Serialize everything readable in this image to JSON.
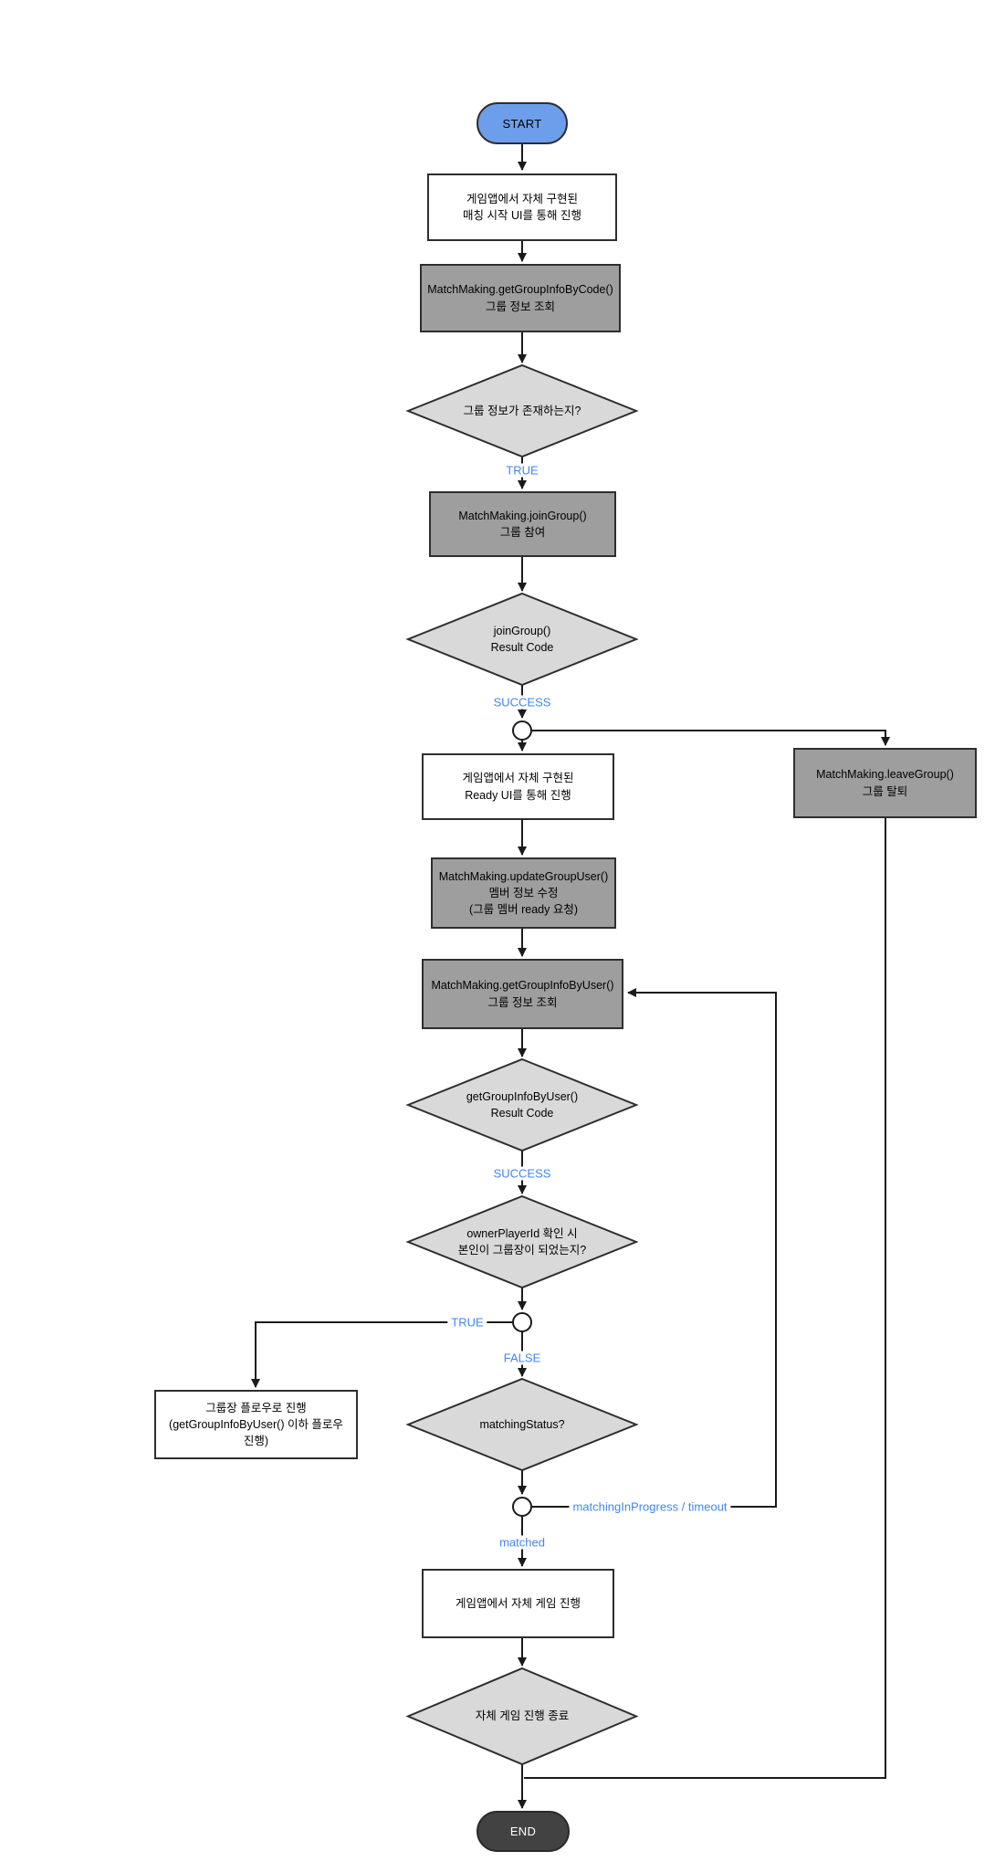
{
  "colors": {
    "start_fill": "#6d9eeb",
    "end_fill": "#424242",
    "process_gray_fill": "#9e9e9e",
    "decision_fill": "#d9d9d9",
    "white_fill": "#ffffff",
    "shape_border": "#2e2e2e",
    "edge_label_blue": "#4285f4",
    "line_color": "#1a1a1a"
  },
  "nodes": {
    "start": {
      "label": "START"
    },
    "match_ui": {
      "label": "게임앱에서 자체 구현된\n매칭 시작 UI를 통해 진행"
    },
    "get_group_info_by_code": {
      "label": "MatchMaking.getGroupInfoByCode()\n그룹 정보 조회"
    },
    "group_exists_decision": {
      "label": "그룹 정보가 존재하는지?"
    },
    "join_group": {
      "label": "MatchMaking.joinGroup()\n그룹 참여"
    },
    "join_group_result_decision": {
      "label": "joinGroup()\nResult Code"
    },
    "leave_group": {
      "label": "MatchMaking.leaveGroup()\n그룹 탈퇴"
    },
    "ready_ui": {
      "label": "게임앱에서 자체 구현된\nReady UI를 통해 진행"
    },
    "update_group_user": {
      "label": "MatchMaking.updateGroupUser()\n멤버 정보 수정\n(그룹 멤버 ready 요청)"
    },
    "get_group_info_by_user": {
      "label": "MatchMaking.getGroupInfoByUser()\n그룹 정보 조회"
    },
    "get_group_info_by_user_result_decision": {
      "label": "getGroupInfoByUser()\nResult Code"
    },
    "owner_check_decision": {
      "label": "ownerPlayerId 확인 시\n본인이 그룹장이 되었는지?"
    },
    "owner_flow": {
      "label": "그룹장 플로우로 진행\n(getGroupInfoByUser() 이하 플로우 진행)"
    },
    "matching_status_decision": {
      "label": "matchingStatus?"
    },
    "game_play": {
      "label": "게임앱에서 자체 게임 진행"
    },
    "game_end_decision": {
      "label": "자체 게임 진행 종료"
    },
    "end": {
      "label": "END"
    }
  },
  "edge_labels": {
    "group_exists_true": "TRUE",
    "join_group_success": "SUCCESS",
    "get_group_info_success": "SUCCESS",
    "owner_true": "TRUE",
    "owner_false": "FALSE",
    "matching_in_progress": "matchingInProgress / timeout",
    "matched": "matched"
  }
}
